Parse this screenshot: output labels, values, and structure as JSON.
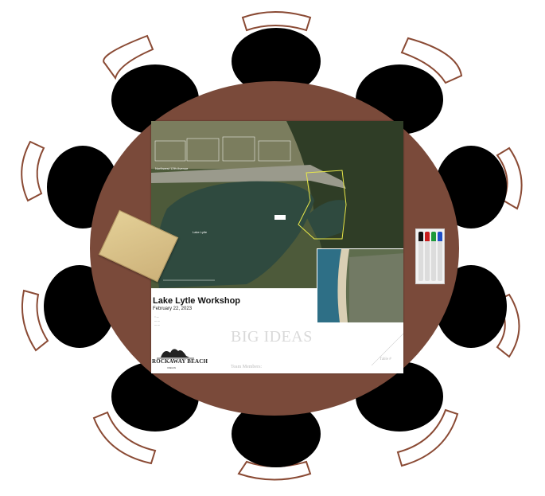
{
  "sheet": {
    "title": "Lake Lytle Workshop",
    "date": "February 22, 2023",
    "heading": "BIG IDEAS",
    "team_label": "Team Members:",
    "table_label": "Table #"
  },
  "map": {
    "road_label": "Northwest 12th Avenue",
    "lake_label": "Lake Lytle"
  },
  "logo": {
    "name": "ROCKAWAY BEACH",
    "subtitle": "OREGON"
  },
  "colors": {
    "table": "#7a4a3a",
    "chair": "#000000",
    "chair_back": "#8a4a34",
    "boundary": "#e8e84a",
    "lake": "#2f4a3f"
  },
  "markers": [
    "#111111",
    "#c81e1e",
    "#1d9a3a",
    "#1e4fc8"
  ]
}
